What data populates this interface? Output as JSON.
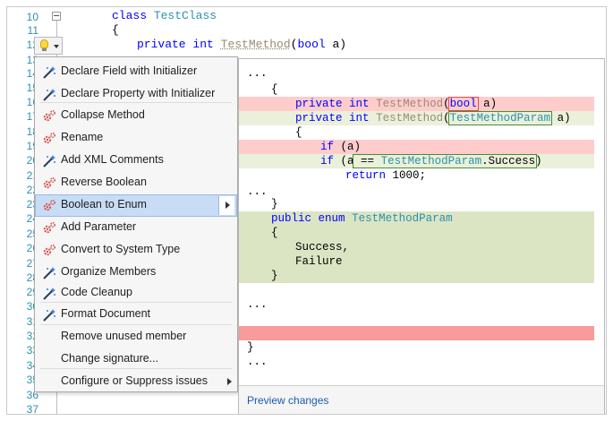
{
  "editor": {
    "line_numbers": [
      "10",
      "11",
      "12",
      "13",
      "14",
      "15",
      "16",
      "17",
      "18",
      "19",
      "20",
      "21",
      "22",
      "23",
      "24",
      "25",
      "26",
      "27",
      "28",
      "29",
      "30",
      "31",
      "32",
      "33",
      "34",
      "35",
      "36",
      "37"
    ],
    "line10": {
      "kw": "class",
      "name": "TestClass"
    },
    "line11": "{",
    "line12": {
      "kw1": "private",
      "kw2": "int",
      "method": "TestMethod",
      "open": "(",
      "kw3": "bool",
      "arg": " a)"
    }
  },
  "menu": {
    "items": [
      {
        "label": "Declare Field with Initializer",
        "icon": "wand-icon"
      },
      {
        "label": "Declare Property with Initializer",
        "icon": "wand-icon"
      },
      {
        "label": "Collapse Method",
        "icon": "gears-icon"
      },
      {
        "label": "Rename",
        "icon": "gears-icon"
      },
      {
        "label": "Add XML Comments",
        "icon": "wand-icon"
      },
      {
        "label": "Reverse Boolean",
        "icon": "gears-icon"
      },
      {
        "label": "Boolean to Enum",
        "icon": "gears-icon",
        "selected": true,
        "has_submenu": true
      },
      {
        "label": "Add Parameter",
        "icon": "gears-icon"
      },
      {
        "label": "Convert to System Type",
        "icon": "gears-icon"
      },
      {
        "label": "Organize Members",
        "icon": "wand-icon"
      },
      {
        "label": "Code Cleanup",
        "icon": "wand-icon"
      },
      {
        "label": "Format Document",
        "icon": "wand-icon"
      },
      {
        "label": "Remove unused member",
        "icon": ""
      },
      {
        "label": "Change signature...",
        "icon": ""
      },
      {
        "label": "Configure or Suppress issues",
        "icon": "",
        "has_submenu": true
      }
    ]
  },
  "preview": {
    "dots": "...",
    "brace_open": "{",
    "brace_close": "}",
    "l_private": "private",
    "l_int": "int",
    "l_method": "TestMethod",
    "l_open": "(",
    "l_bool": "bool",
    "l_a": " a)",
    "l_enumtype": "TestMethodParam",
    "l_if": "if",
    "l_if_cond": "(a)",
    "l_if_open": "(a",
    "l_eq": " == ",
    "l_success_member": ".Success",
    "l_close": ")",
    "l_return": "return",
    "l_return_val": " 1000;",
    "l_public": "public",
    "l_enum": "enum",
    "l_success": "Success,",
    "l_failure": "Failure",
    "footer_link": "Preview changes"
  },
  "colors": {
    "keyword": "#0000ff",
    "type": "#2b91af",
    "removed": "#ffcccc",
    "added": "#dbe5c4",
    "selected": "#c9dcf5"
  }
}
